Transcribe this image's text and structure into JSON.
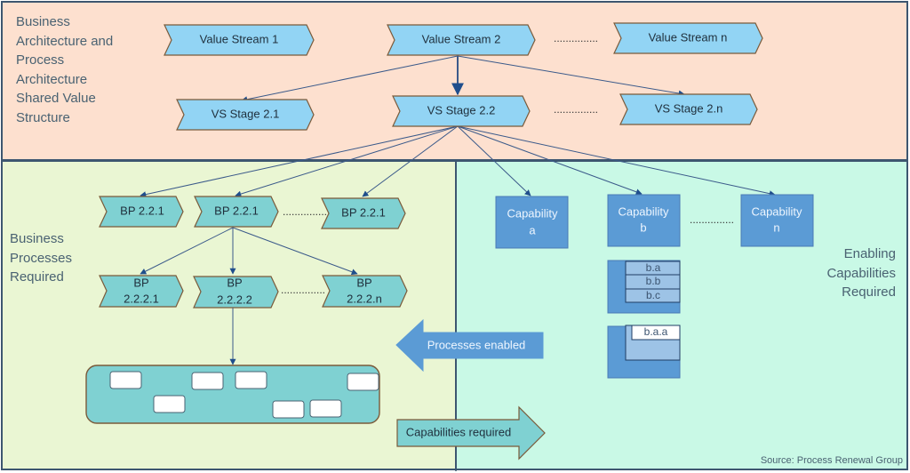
{
  "sections": {
    "top_label": "Business\nArchitecture and\nProcess\nArchitecture\nShared Value\nStructure",
    "left_label": "Business\nProcesses\nRequired",
    "right_label": "Enabling\nCapabilities\nRequired"
  },
  "value_streams": [
    "Value Stream 1",
    "Value Stream 2",
    "Value Stream n"
  ],
  "vs_stages": [
    "VS Stage 2.1",
    "VS Stage 2.2",
    "VS Stage 2.n"
  ],
  "business_processes": [
    "BP 2.2.1",
    "BP 2.2.1",
    "BP 2.2.1"
  ],
  "sub_processes": [
    {
      "line1": "BP",
      "line2": "2.2.2.1"
    },
    {
      "line1": "BP",
      "line2": "2.2.2.2"
    },
    {
      "line1": "BP",
      "line2": "2.2.2.n"
    }
  ],
  "capabilities": [
    {
      "line1": "Capability",
      "line2": "a"
    },
    {
      "line1": "Capability",
      "line2": "b"
    },
    {
      "line1": "Capability",
      "line2": "n"
    }
  ],
  "sub_capabilities": [
    "b.a",
    "b.b",
    "b.c"
  ],
  "sub_sub_capability": "b.a.a",
  "ellipsis": "...............",
  "arrows": {
    "processes_enabled": "Processes enabled",
    "capabilities_required": "Capabilities required"
  },
  "source": "Source: Process Renewal Group",
  "colors": {
    "top_bg": "#fde0cf",
    "left_bg": "#eaf6d3",
    "right_bg": "#c9f9e6",
    "value_stream_fill": "#92d4f4",
    "bp_fill": "#7fd1d2",
    "capability_fill": "#5b9bd5",
    "sub_capability_fill": "#9dc3e6",
    "connector": "#3b5a8a"
  }
}
